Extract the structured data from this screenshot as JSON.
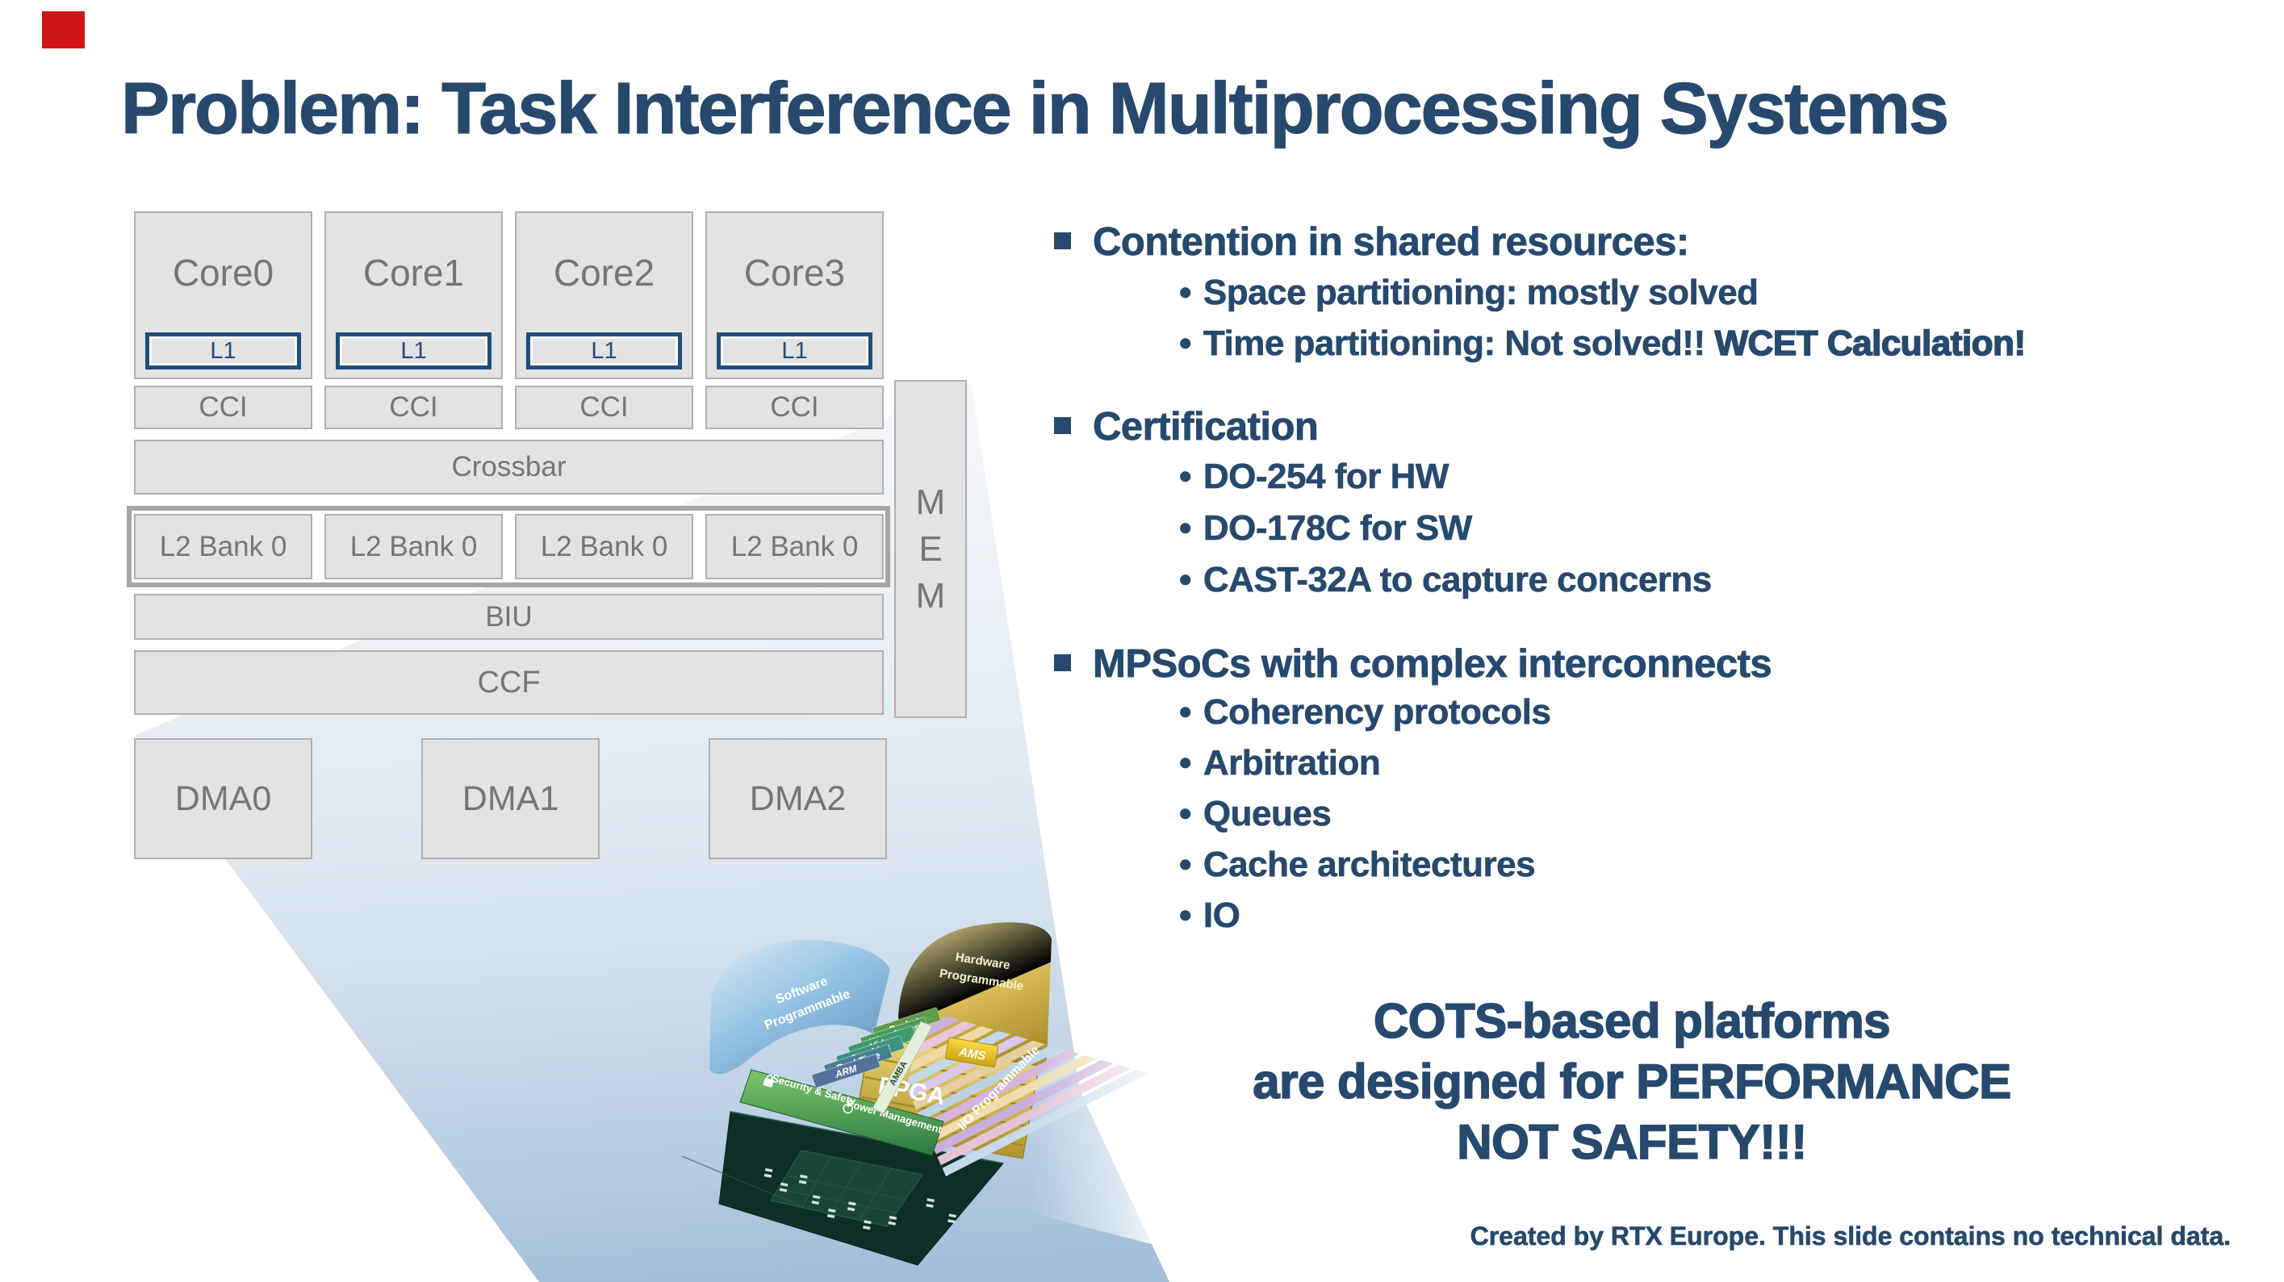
{
  "slide": {
    "title": "Problem: Task Interference in Multiprocessing Systems",
    "footer": "Created by RTX Europe. This slide contains no technical data."
  },
  "ui": {
    "sub_bullet_glyph": "•"
  },
  "diagram": {
    "cores": [
      {
        "name": "Core0",
        "cache": "L1"
      },
      {
        "name": "Core1",
        "cache": "L1"
      },
      {
        "name": "Core2",
        "cache": "L1"
      },
      {
        "name": "Core3",
        "cache": "L1"
      }
    ],
    "cci_labels": [
      "CCI",
      "CCI",
      "CCI",
      "CCI"
    ],
    "crossbar_label": "Crossbar",
    "l2_banks": [
      "L2 Bank 0",
      "L2 Bank 0",
      "L2 Bank 0",
      "L2 Bank 0"
    ],
    "biu_label": "BIU",
    "ccf_label": "CCF",
    "dma_blocks": [
      "DMA0",
      "DMA1",
      "DMA2"
    ],
    "mem_letters": [
      "M",
      "E",
      "M"
    ]
  },
  "bullets": {
    "sections": [
      {
        "label": "Contention in shared resources:",
        "items": [
          {
            "text": "Space partitioning: mostly solved"
          },
          {
            "text": "Time partitioning: Not solved!!",
            "strong": "WCET Calculation!"
          }
        ]
      },
      {
        "label": "Certification",
        "items": [
          {
            "text": "DO-254 for HW"
          },
          {
            "text": "DO-178C for SW"
          },
          {
            "text": "CAST-32A to capture concerns"
          }
        ]
      },
      {
        "label": "MPSoCs with complex interconnects",
        "items": [
          {
            "text": "Coherency protocols"
          },
          {
            "text": "Arbitration"
          },
          {
            "text": "Queues"
          },
          {
            "text": "Cache architectures"
          },
          {
            "text": "IO"
          }
        ]
      }
    ]
  },
  "callout": {
    "lines": [
      "COTS-based platforms",
      "are designed for PERFORMANCE",
      "NOT SAFETY!!!"
    ]
  },
  "chip_graphic": {
    "sheets": [
      {
        "lines": [
          "Software",
          "Programmable"
        ]
      },
      {
        "lines": [
          "Hardware",
          "Programmable"
        ]
      }
    ],
    "stack_layers": [
      "Packets",
      "Waveforms",
      "Video",
      "Graphics",
      "Real Time",
      "ARM"
    ],
    "bus_label": "AMBA",
    "fpga_label": "FPGA",
    "ams_label": "AMS",
    "io_label": "I/O Programmable",
    "platform_labels": [
      {
        "icon": "lock-icon",
        "label": "Security & Safety"
      },
      {
        "icon": "power-icon",
        "label": "Power Management"
      }
    ]
  },
  "colors": {
    "accent_navy": "#27496E",
    "box_fill": "#E3E3E3",
    "box_border": "#AFAFAF",
    "l1_border": "#1F4E79",
    "l2_group_border": "#A6A6A6",
    "label_gray": "#757575",
    "red_marker": "#D01616",
    "beam_blue": "#9FBCD8"
  }
}
